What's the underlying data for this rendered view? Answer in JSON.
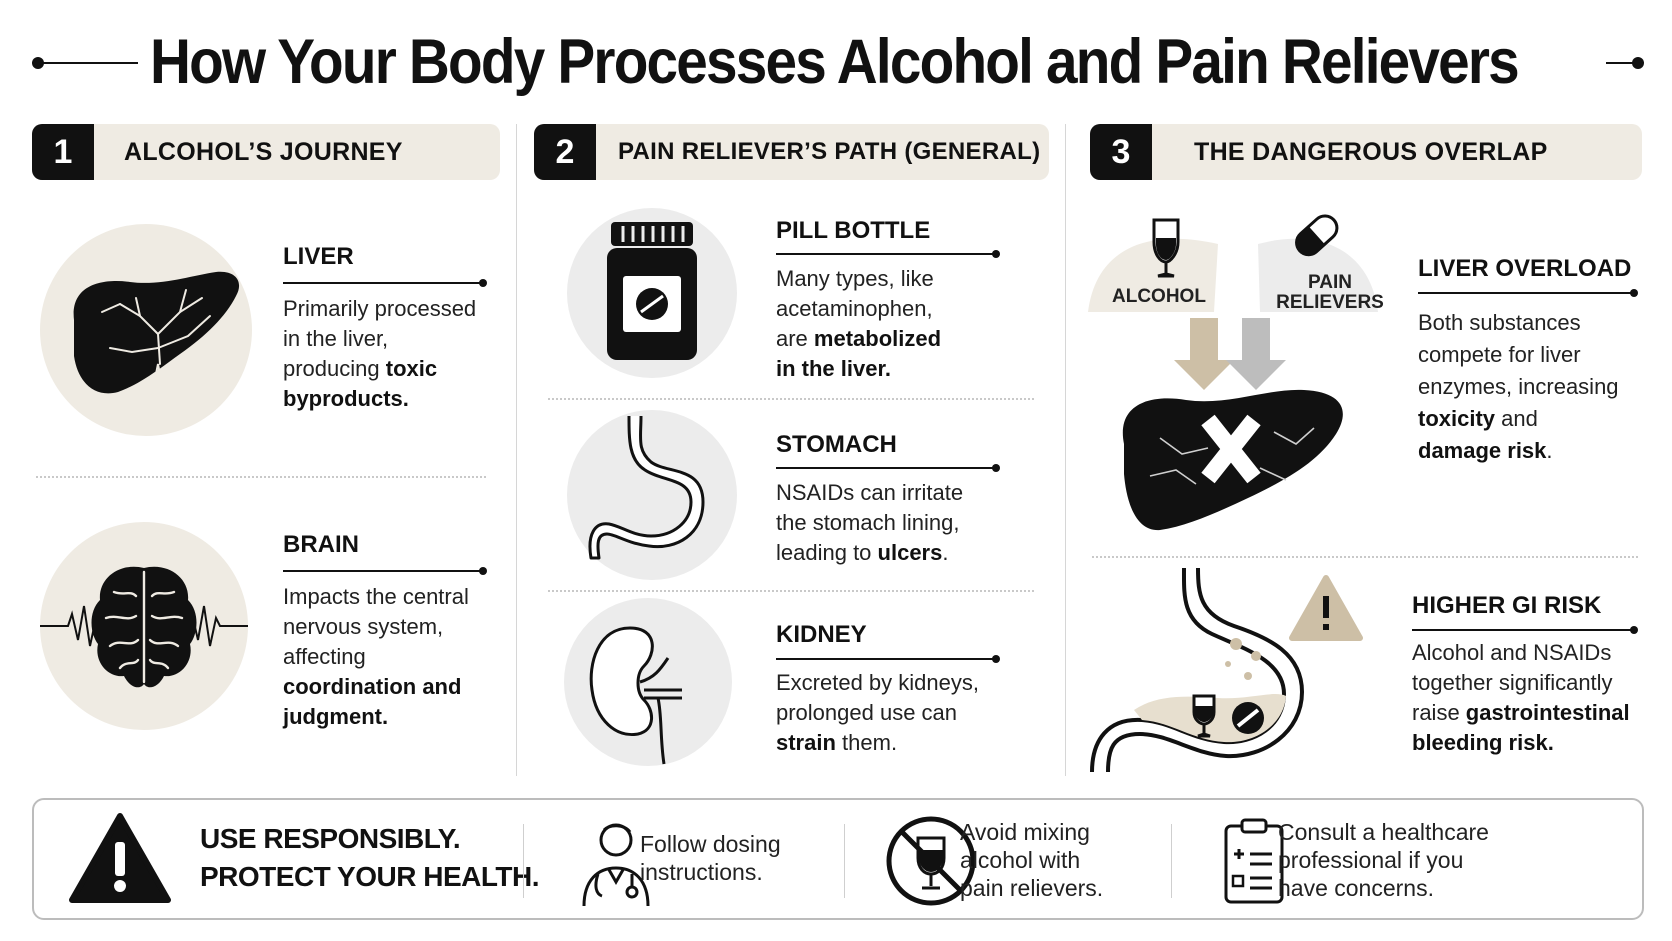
{
  "title": "How Your Body Processes Alcohol and Pain Relievers",
  "columns": [
    {
      "number": "1",
      "heading": "ALCOHOL’S JOURNEY",
      "items": [
        {
          "title": "LIVER",
          "icon": "liver-icon",
          "lines": [
            [
              "Primarily processed"
            ],
            [
              "in the liver,"
            ],
            [
              "producing ",
              {
                "b": "toxic"
              }
            ],
            [
              {
                "b": "byproducts."
              }
            ]
          ]
        },
        {
          "title": "BRAIN",
          "icon": "brain-icon",
          "lines": [
            [
              "Impacts the central"
            ],
            [
              "nervous system,"
            ],
            [
              "affecting"
            ],
            [
              {
                "b": "coordination and"
              }
            ],
            [
              {
                "b": "judgment."
              }
            ]
          ]
        }
      ]
    },
    {
      "number": "2",
      "heading": "PAIN RELIEVER’S PATH (GENERAL)",
      "items": [
        {
          "title": "PILL BOTTLE",
          "icon": "pill-bottle-icon",
          "lines": [
            [
              "Many types, like"
            ],
            [
              "acetaminophen,"
            ],
            [
              "are ",
              {
                "b": "metabolized"
              }
            ],
            [
              {
                "b": "in the liver."
              }
            ]
          ]
        },
        {
          "title": "STOMACH",
          "icon": "stomach-icon",
          "lines": [
            [
              "NSAIDs can irritate"
            ],
            [
              "the stomach lining,"
            ],
            [
              "leading to ",
              {
                "b": "ulcers"
              },
              "."
            ]
          ]
        },
        {
          "title": "KIDNEY",
          "icon": "kidney-icon",
          "lines": [
            [
              "Excreted by kidneys,"
            ],
            [
              "prolonged use can"
            ],
            [
              {
                "b": "strain"
              },
              " them."
            ]
          ]
        }
      ]
    },
    {
      "number": "3",
      "heading": "THE DANGEROUS OVERLAP",
      "labels": {
        "alcohol": "ALCOHOL",
        "pain_relievers_1": "PAIN",
        "pain_relievers_2": "RELIEVERS"
      },
      "items": [
        {
          "title": "LIVER OVERLOAD",
          "icon": "liver-overload-icon",
          "lines": [
            [
              "Both substances"
            ],
            [
              "compete for liver"
            ],
            [
              "enzymes, increasing"
            ],
            [
              {
                "b": "toxicity"
              },
              " and"
            ],
            [
              {
                "b": "damage risk"
              },
              "."
            ]
          ]
        },
        {
          "title": "HIGHER GI RISK",
          "icon": "stomach-warning-icon",
          "lines": [
            [
              "Alcohol and NSAIDs"
            ],
            [
              "together significantly"
            ],
            [
              "raise ",
              {
                "b": "gastrointestinal"
              }
            ],
            [
              {
                "b": "bleeding risk."
              }
            ]
          ]
        }
      ]
    }
  ],
  "footer": {
    "slogan_1": "USE RESPONSIBLY.",
    "slogan_2": "PROTECT YOUR HEALTH.",
    "tips": [
      {
        "icon": "doctor-icon",
        "lines": [
          "Follow dosing",
          "instructions."
        ]
      },
      {
        "icon": "no-alcohol-icon",
        "lines": [
          "Avoid mixing",
          "alcohol with",
          "pain relievers."
        ]
      },
      {
        "icon": "clipboard-icon",
        "lines": [
          "Consult a healthcare",
          "professional if you",
          "have concerns."
        ]
      }
    ]
  },
  "colors": {
    "accent_beige": "#efebe3",
    "dark": "#111111",
    "arrow_tan": "#cdbfa6",
    "arrow_gray": "#bdbdbd"
  }
}
